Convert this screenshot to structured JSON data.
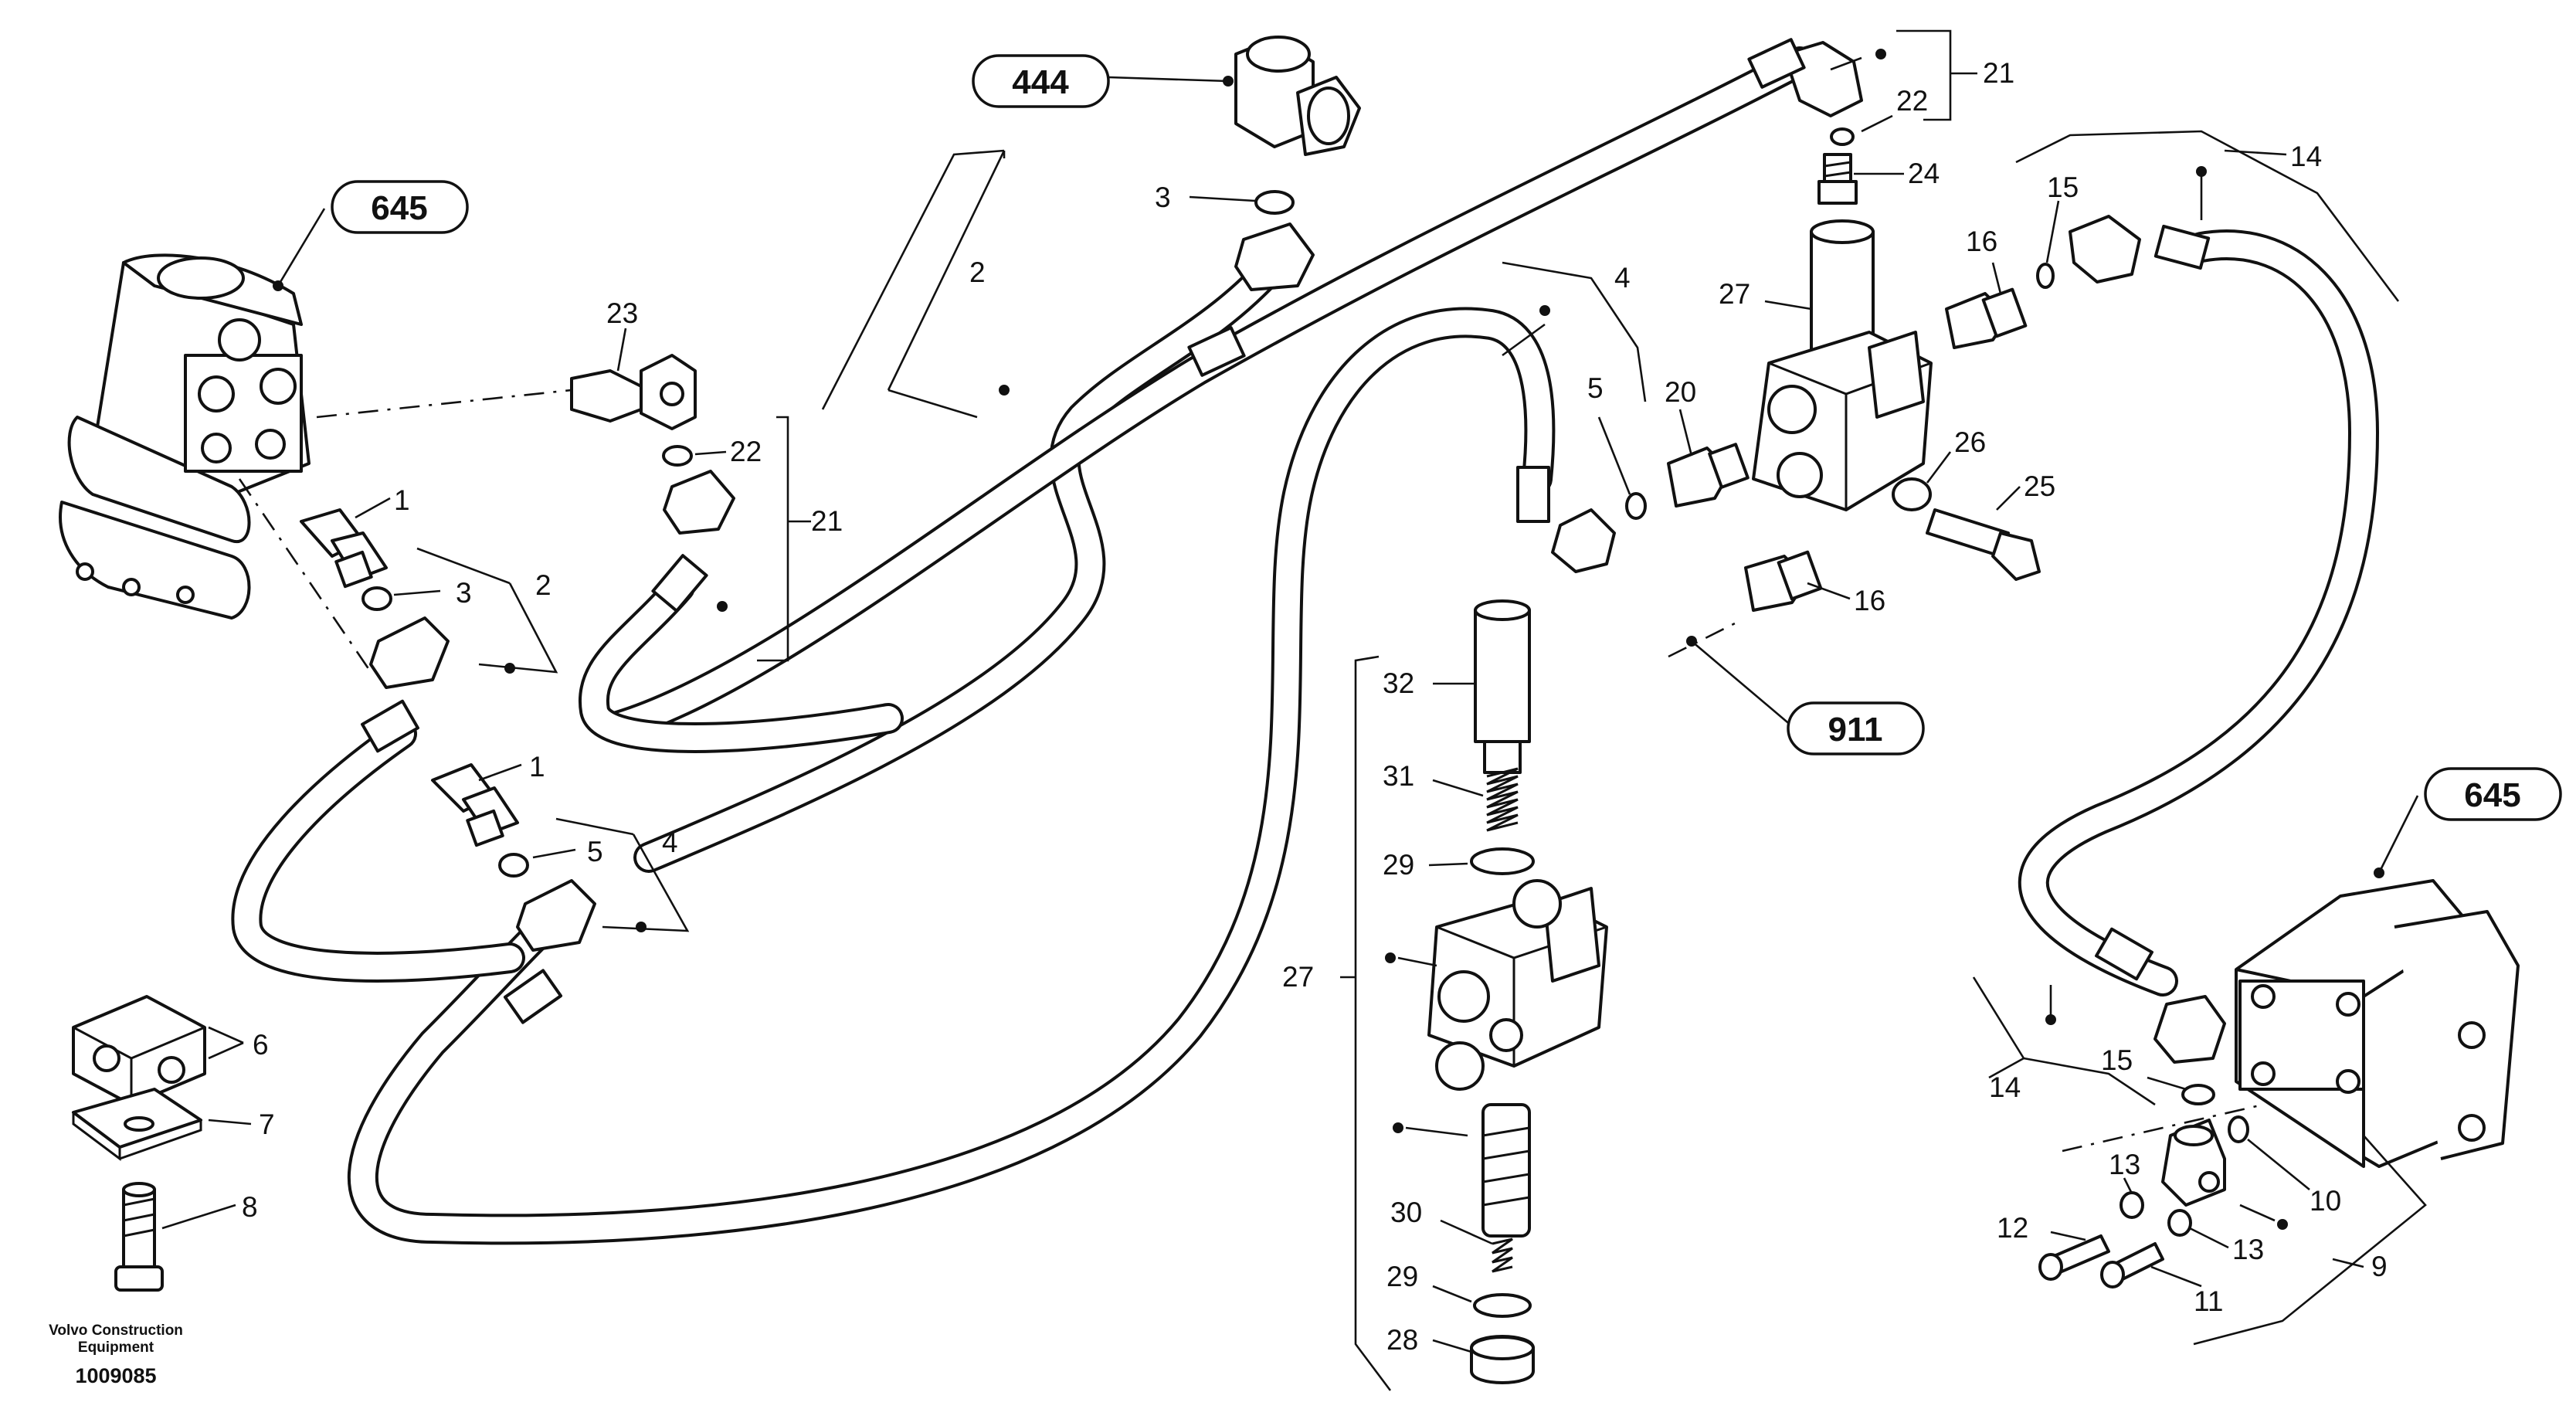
{
  "diagram": {
    "references": [
      {
        "id": "ref-645-top",
        "text": "645"
      },
      {
        "id": "ref-444",
        "text": "444"
      },
      {
        "id": "ref-911",
        "text": "911"
      },
      {
        "id": "ref-645-right",
        "text": "645"
      }
    ],
    "callouts": [
      {
        "id": "c1a",
        "text": "1"
      },
      {
        "id": "c1b",
        "text": "1"
      },
      {
        "id": "c2a",
        "text": "2"
      },
      {
        "id": "c2b",
        "text": "2"
      },
      {
        "id": "c3a",
        "text": "3"
      },
      {
        "id": "c3b",
        "text": "3"
      },
      {
        "id": "c4a",
        "text": "4"
      },
      {
        "id": "c4b",
        "text": "4"
      },
      {
        "id": "c5a",
        "text": "5"
      },
      {
        "id": "c5b",
        "text": "5"
      },
      {
        "id": "c6",
        "text": "6"
      },
      {
        "id": "c7",
        "text": "7"
      },
      {
        "id": "c8",
        "text": "8"
      },
      {
        "id": "c9",
        "text": "9"
      },
      {
        "id": "c10",
        "text": "10"
      },
      {
        "id": "c11",
        "text": "11"
      },
      {
        "id": "c12",
        "text": "12"
      },
      {
        "id": "c13a",
        "text": "13"
      },
      {
        "id": "c13b",
        "text": "13"
      },
      {
        "id": "c14a",
        "text": "14"
      },
      {
        "id": "c14b",
        "text": "14"
      },
      {
        "id": "c15a",
        "text": "15"
      },
      {
        "id": "c15b",
        "text": "15"
      },
      {
        "id": "c16a",
        "text": "16"
      },
      {
        "id": "c16b",
        "text": "16"
      },
      {
        "id": "c20",
        "text": "20"
      },
      {
        "id": "c21a",
        "text": "21"
      },
      {
        "id": "c21b",
        "text": "21"
      },
      {
        "id": "c22a",
        "text": "22"
      },
      {
        "id": "c22b",
        "text": "22"
      },
      {
        "id": "c23",
        "text": "23"
      },
      {
        "id": "c24",
        "text": "24"
      },
      {
        "id": "c25",
        "text": "25"
      },
      {
        "id": "c26",
        "text": "26"
      },
      {
        "id": "c27a",
        "text": "27"
      },
      {
        "id": "c27b",
        "text": "27"
      },
      {
        "id": "c28",
        "text": "28"
      },
      {
        "id": "c29a",
        "text": "29"
      },
      {
        "id": "c29b",
        "text": "29"
      },
      {
        "id": "c30",
        "text": "30"
      },
      {
        "id": "c31",
        "text": "31"
      },
      {
        "id": "c32",
        "text": "32"
      }
    ]
  },
  "footer": {
    "brand_line1": "Volvo Construction",
    "brand_line2": "Equipment",
    "doc_number": "1009085"
  }
}
